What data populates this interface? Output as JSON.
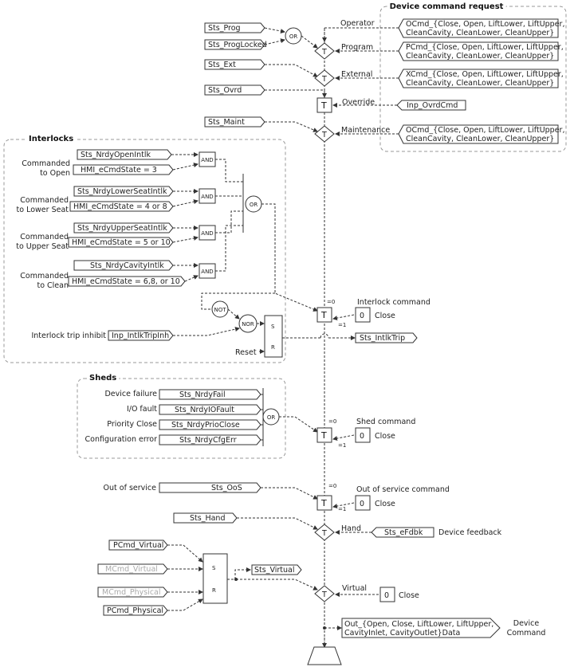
{
  "inputs": {
    "sts_prog": "Sts_Prog",
    "sts_proglocked": "Sts_ProgLocked",
    "sts_ext": "Sts_Ext",
    "sts_ovrd": "Sts_Ovrd",
    "sts_maint": "Sts_Maint",
    "inp_ovrdcmd": "Inp_OvrdCmd",
    "sts_hand": "Sts_Hand",
    "sts_efdbk": "Sts_eFdbk",
    "pcmd_virtual": "PCmd_Virtual",
    "mcmd_virtual": "MCmd_Virtual",
    "mcmd_physical": "MCmd_Physical",
    "pcmd_physical": "PCmd_Physical",
    "sts_virtual": "Sts_Virtual",
    "sts_intlktrip": "Sts_IntlkTrip",
    "sts_oos": "Sts_OoS",
    "inp_intlktripinh": "Inp_IntlkTripInh"
  },
  "device_command": {
    "title": "Device command request",
    "operator_label": "Operator",
    "program_label": "Program",
    "external_label": "External",
    "override_label": "Override",
    "maintenance_label": "Maintenance",
    "ocmd_1": "OCmd_{Close, Open, LiftLower, LiftUpper,",
    "ocmd_2": "CleanCavity, CleanLower, CleanUpper}",
    "pcmd_1": "PCmd_{Close, Open, LiftLower, LiftUpper,",
    "pcmd_2": "CleanCavity, CleanLower, CleanUpper}",
    "xcmd_1": "XCmd_{Close, Open, LiftLower, LiftUpper,",
    "xcmd_2": "CleanCavity, CleanLower, CleanUpper}",
    "mocmd_1": "OCmd_{Close, Open, LiftLower, LiftUpper,",
    "mocmd_2": "CleanCavity, CleanLower, CleanUpper}"
  },
  "interlocks": {
    "title": "Interlocks",
    "open_intlk": "Sts_NrdyOpenIntlk",
    "open_state": "HMI_eCmdState = 3",
    "open_label_1": "Commanded",
    "open_label_2": "to Open",
    "lower_intlk": "Sts_NrdyLowerSeatIntlk",
    "lower_state": "HMI_eCmdState = 4 or 8",
    "lower_label_1": "Commanded",
    "lower_label_2": "to Lower Seat",
    "upper_intlk": "Sts_NrdyUpperSeatIntlk",
    "upper_state": "HMI_eCmdState = 5 or 10",
    "upper_label_1": "Commanded",
    "upper_label_2": "to Upper Seat",
    "cavity_intlk": "Sts_NrdyCavityIntlk",
    "clean_state": "HMI_eCmdState = 6,8, or 10",
    "clean_label_1": "Commanded",
    "clean_label_2": "to Clean",
    "trip_inhibit_label": "Interlock trip inhibit",
    "reset_label": "Reset",
    "cmd_label": "Interlock command",
    "close_label": "Close"
  },
  "sheds": {
    "title": "Sheds",
    "fail_label": "Device failure",
    "fail_tag": "Sts_NrdyFail",
    "io_label": "I/O fault",
    "io_tag": "Sts_NrdyIOFault",
    "prio_label": "Priority Close",
    "prio_tag": "Sts_NrdyPrioClose",
    "cfg_label": "Configuration error",
    "cfg_tag": "Sts_NrdyCfgErr",
    "cmd_label": "Shed command",
    "close_label": "Close"
  },
  "oos": {
    "label": "Out of service",
    "cmd_label": "Out of service command",
    "close_label": "Close"
  },
  "hand": {
    "label": "Hand",
    "feedback_label": "Device feedback"
  },
  "virtual": {
    "label": "Virtual",
    "close_label": "Close"
  },
  "output": {
    "tag_1": "Out_{Open, Close, LiftLower, LiftUpper,",
    "tag_2": "CavityInlet, CavityOutlet}Data",
    "label_1": "Device",
    "label_2": "Command"
  },
  "gates": {
    "or": "OR",
    "and": "AND",
    "not": "NOT",
    "nor": "NOR",
    "t": "T",
    "s": "S",
    "r": "R",
    "eq0": "=0",
    "eq1": "=1",
    "zero": "0"
  }
}
